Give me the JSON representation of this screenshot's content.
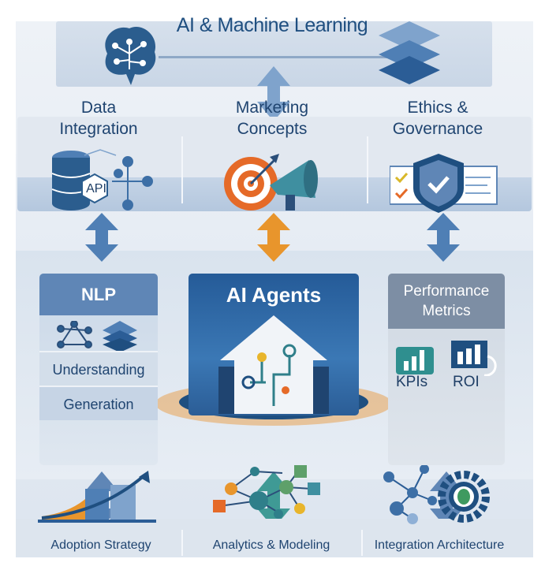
{
  "top": {
    "title": "AI & Machine Learning"
  },
  "row2": {
    "items": [
      {
        "line1": "Data",
        "line2": "Integration",
        "badge": "API"
      },
      {
        "line1": "Marketing",
        "line2": "Concepts"
      },
      {
        "line1": "Ethics &",
        "line2": "Governance"
      }
    ]
  },
  "nlp": {
    "title": "NLP",
    "items": [
      "Understanding",
      "Generation"
    ]
  },
  "agents": {
    "title": "AI Agents"
  },
  "performance": {
    "title_line1": "Performance",
    "title_line2": "Metrics",
    "kpis": "KPIs",
    "roi": "ROI"
  },
  "bottom": {
    "items": [
      "Adoption Strategy",
      "Analytics & Modeling",
      "Integration Architecture"
    ]
  },
  "colors": {
    "blue": "#2b5d96",
    "orange": "#e8952c",
    "teal": "#3f9a95",
    "arrow": "#5f86b6"
  }
}
